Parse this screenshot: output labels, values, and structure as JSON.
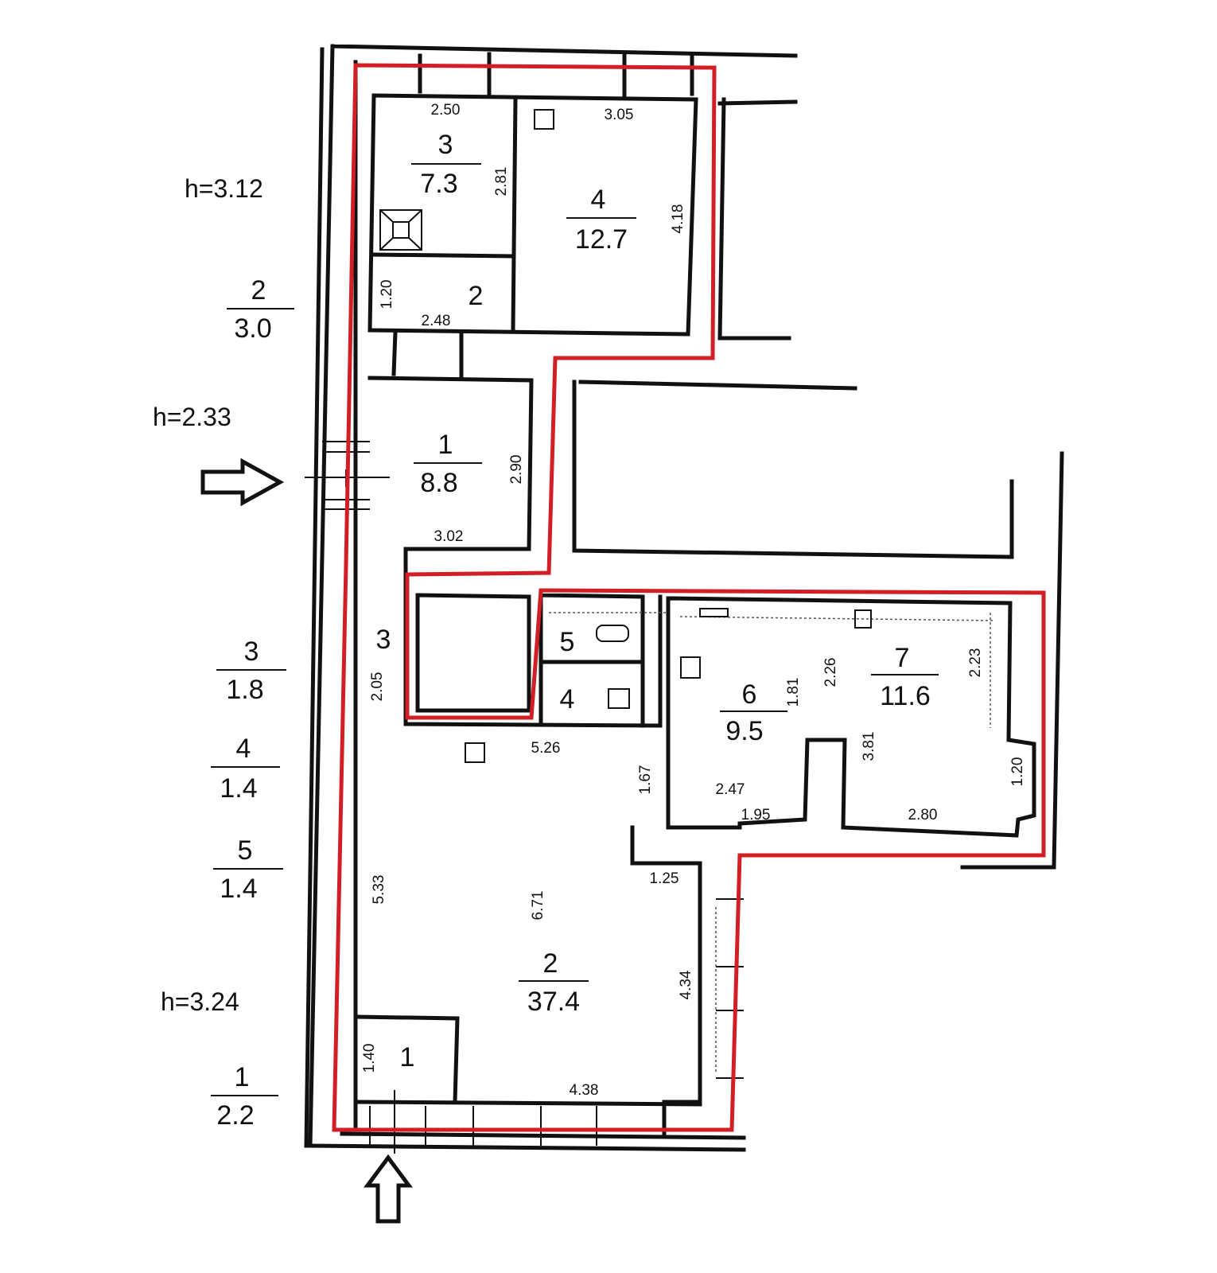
{
  "heights": {
    "upper": "h=3.12",
    "middle": "h=2.33",
    "lower": "h=3.24"
  },
  "legend": [
    {
      "num": "2",
      "area": "3.0"
    },
    {
      "num": "3",
      "area": "1.8"
    },
    {
      "num": "4",
      "area": "1.4"
    },
    {
      "num": "5",
      "area": "1.4"
    },
    {
      "num": "1",
      "area": "2.2"
    }
  ],
  "rooms": [
    {
      "num": "3",
      "area": "7.3"
    },
    {
      "num": "4",
      "area": "12.7"
    },
    {
      "num": "2",
      "area": ""
    },
    {
      "num": "1",
      "area": "8.8"
    },
    {
      "num": "3",
      "area": ""
    },
    {
      "num": "5",
      "area": ""
    },
    {
      "num": "4",
      "area": ""
    },
    {
      "num": "6",
      "area": "9.5"
    },
    {
      "num": "7",
      "area": "11.6"
    },
    {
      "num": "2",
      "area": "37.4"
    },
    {
      "num": "1",
      "area": ""
    }
  ],
  "dimensions": [
    "2.50",
    "3.05",
    "2.81",
    "4.18",
    "1.20",
    "2.48",
    "2.90",
    "3.02",
    "2.05",
    "5.26",
    "1.81",
    "2.26",
    "2.23",
    "3.81",
    "1.67",
    "2.47",
    "1.95",
    "2.80",
    "1.20",
    "1.25",
    "5.33",
    "6.71",
    "4.34",
    "1.40",
    "4.38"
  ],
  "colors": {
    "outline": "#d21f26",
    "walls": "#111111"
  }
}
